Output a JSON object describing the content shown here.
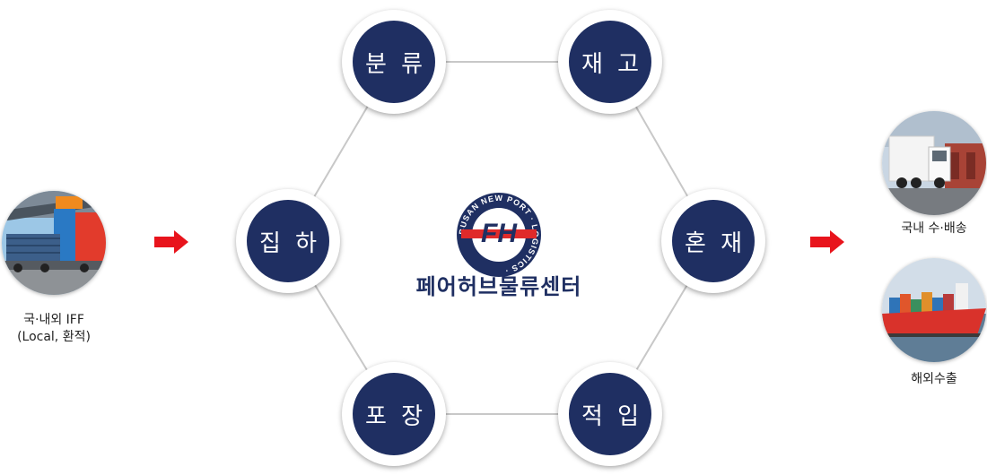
{
  "center": {
    "logo_text": "FH",
    "logo_ring_text": "BUSAN NEW PORT · LOGISTICS ·",
    "title": "페어허브물류센터"
  },
  "nodes": [
    {
      "key": "sorting",
      "label": "분 류"
    },
    {
      "key": "inventory",
      "label": "재 고"
    },
    {
      "key": "mixed",
      "label": "혼 재"
    },
    {
      "key": "loading",
      "label": "적 입"
    },
    {
      "key": "packing",
      "label": "포 장"
    },
    {
      "key": "collection",
      "label": "집 하"
    }
  ],
  "inputs": {
    "label_line1": "국·내외 IFF",
    "label_line2": "(Local, 환적)"
  },
  "outputs": [
    {
      "label": "국내 수·배송"
    },
    {
      "label": "해외수출"
    }
  ],
  "colors": {
    "node_fill": "#1f2f62",
    "arrow": "#e8141c",
    "connector": "#c8c8c8"
  },
  "icons": [
    "warehouse-containers-photo",
    "truck-photo",
    "container-ship-photo",
    "right-arrow-icon",
    "fh-logo-icon"
  ]
}
